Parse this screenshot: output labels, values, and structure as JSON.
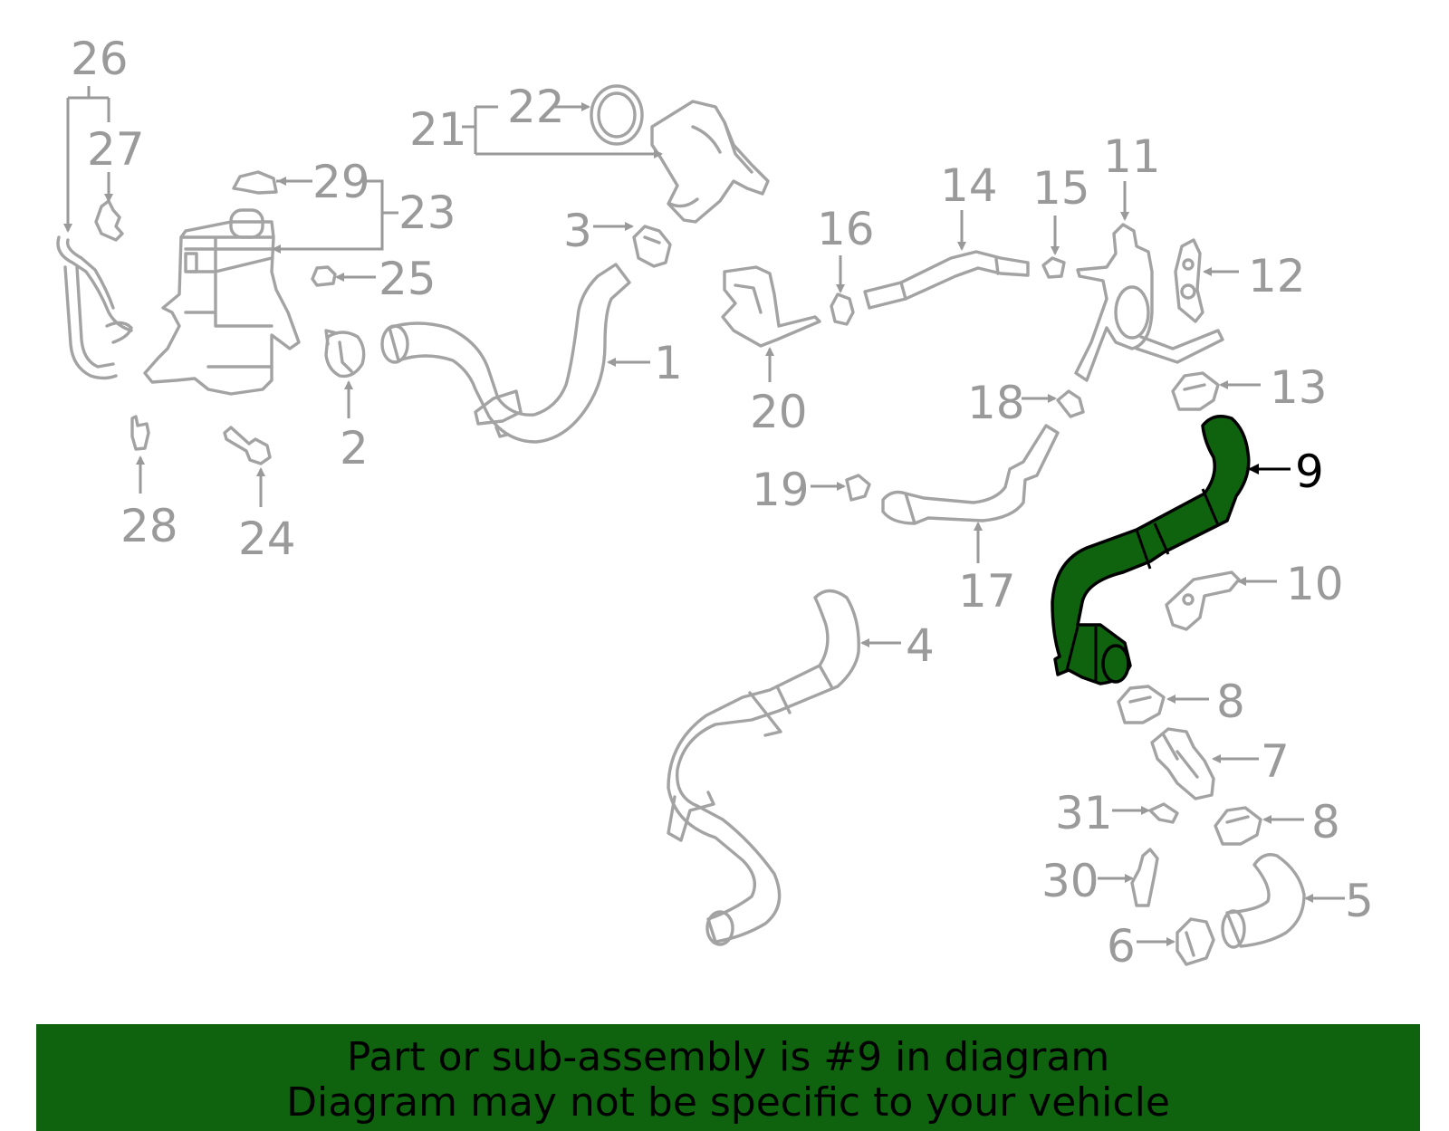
{
  "diagram": {
    "highlighted_part": "9",
    "highlight_color": "#0f630f",
    "callouts": [
      "26",
      "27",
      "22",
      "21",
      "29",
      "23",
      "25",
      "3",
      "1",
      "2",
      "28",
      "24",
      "16",
      "14",
      "15",
      "11",
      "12",
      "20",
      "13",
      "18",
      "9",
      "19",
      "17",
      "10",
      "4",
      "8",
      "7",
      "31",
      "30",
      "6",
      "5"
    ]
  },
  "banner": {
    "line1": "Part or sub-assembly is #9 in diagram",
    "line2": "Diagram may not be specific to your vehicle",
    "background": "#0f630f"
  }
}
